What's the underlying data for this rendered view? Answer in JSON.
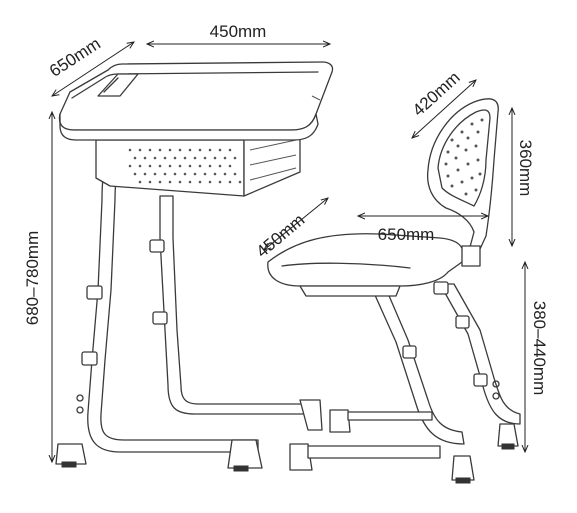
{
  "dimensions": {
    "desk_width": "450mm",
    "desk_depth": "650mm",
    "desk_height": "680–780mm",
    "seat_back_width": "420mm",
    "seat_back_height": "360mm",
    "seat_width": "650mm",
    "seat_depth": "450mm",
    "seat_height": "380–440mm"
  }
}
